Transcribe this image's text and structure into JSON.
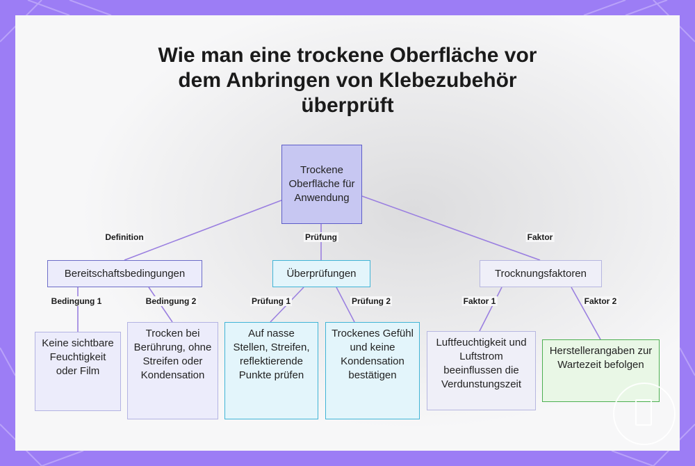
{
  "title": {
    "line1": "Wie man eine trockene Oberfläche vor",
    "line2": "dem Anbringen von Klebezubehör",
    "line3": "überprüft"
  },
  "nodes": {
    "root": "Trockene Oberfläche für Anwendung",
    "bereitschaft": "Bereitschaftsbedingungen",
    "ueberpruefungen": "Überprüfungen",
    "trocknung": "Trocknungsfaktoren",
    "leaf1": "Keine sichtbare Feuchtigkeit oder Film",
    "leaf2": "Trocken bei Berührung, ohne Streifen oder Kondensation",
    "leaf3": "Auf nasse Stellen, Streifen, reflektierende Punkte prüfen",
    "leaf4": "Trockenes Gefühl und keine Kondensation bestätigen",
    "leaf5": "Luftfeuchtigkeit und Luftstrom beeinflussen die Verdunstungszeit",
    "leaf6": "Herstellerangaben zur Wartezeit befolgen"
  },
  "edges": {
    "definition": "Definition",
    "pruefung": "Prüfung",
    "faktor": "Faktor",
    "bedingung1": "Bedingung 1",
    "bedingung2": "Bedingung 2",
    "pruefung1": "Prüfung 1",
    "pruefung2": "Prüfung 2",
    "faktor1": "Faktor 1",
    "faktor2": "Faktor 2"
  },
  "colors": {
    "frame": "#9c7df5",
    "line": "#9a7fe0",
    "root_fill": "#c7c7f2",
    "teal_border": "#3fb4d6",
    "green_border": "#4caf50"
  },
  "icons": {
    "frame_pattern": "diagonal-lines-pattern",
    "watermark": "logo-watermark-icon"
  }
}
